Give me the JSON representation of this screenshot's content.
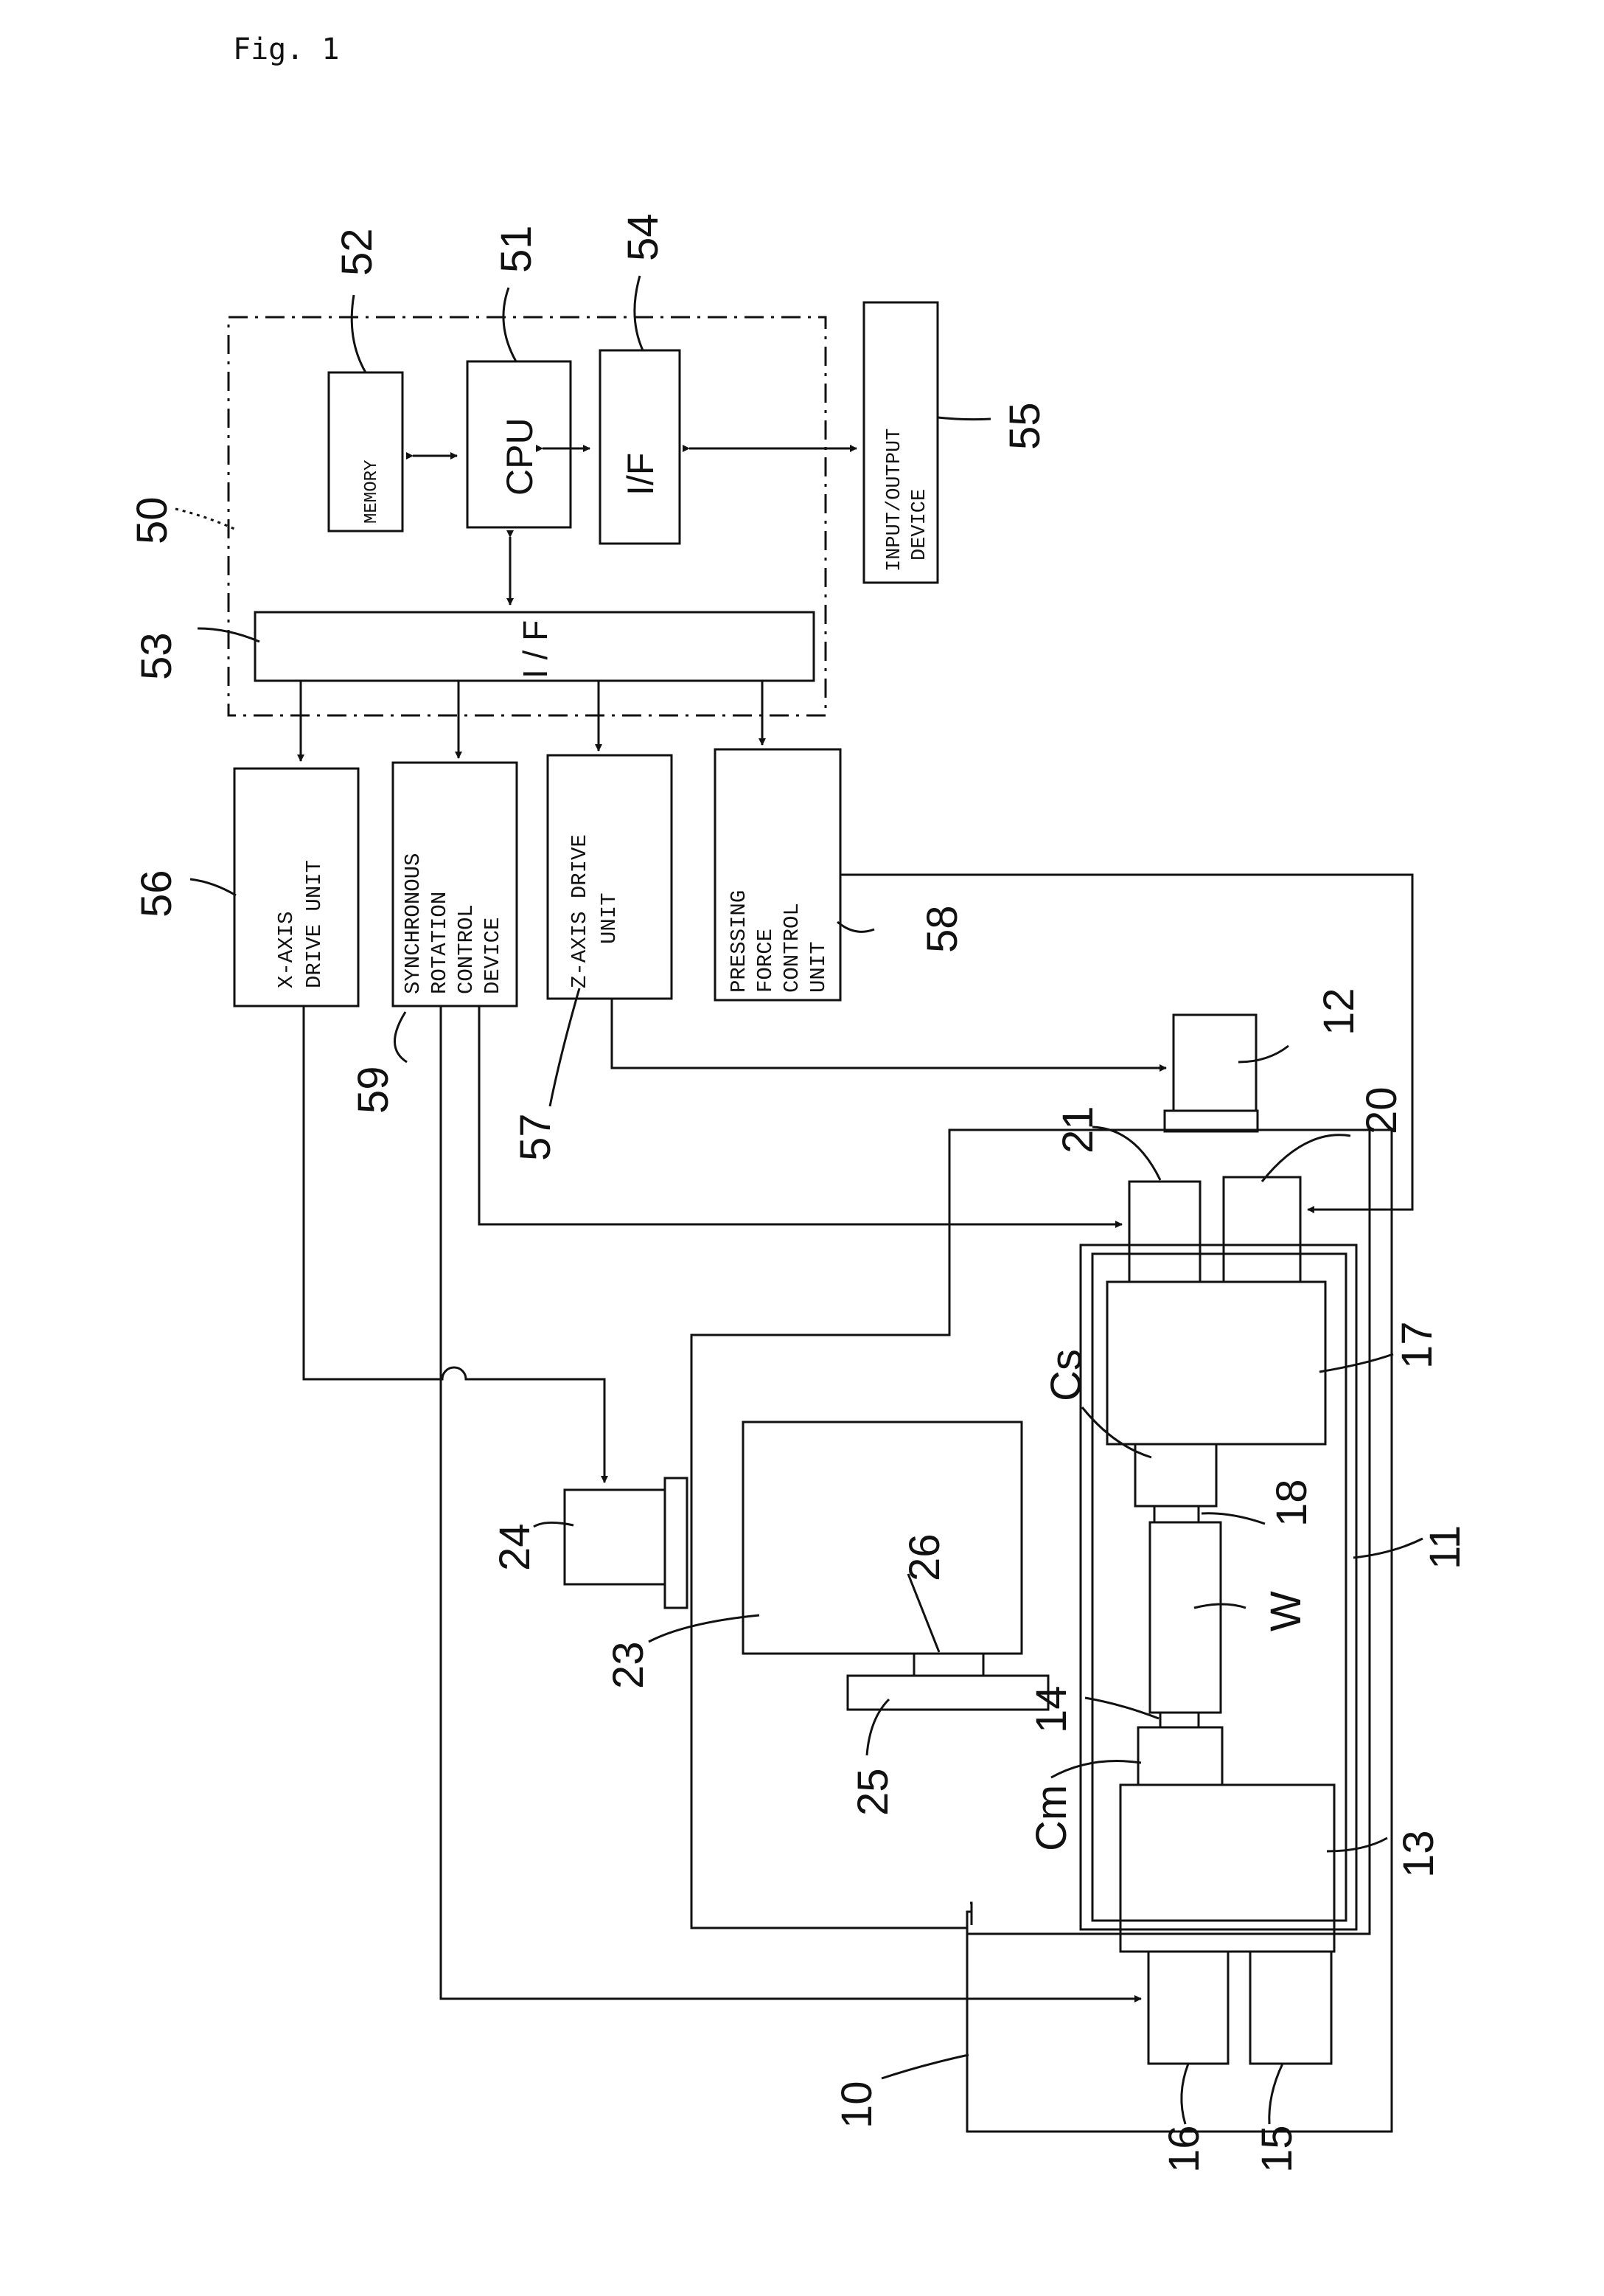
{
  "figure_label": "Fig. 1",
  "blocks": {
    "memory": "MEMORY",
    "cpu": "CPU",
    "if_upper": "I/F",
    "if_lower": "I / F",
    "io_line1": "INPUT/OUTPUT",
    "io_line2": "DEVICE",
    "x_line1": "X-AXIS",
    "x_line2": "DRIVE UNIT",
    "sync_line1": "SYNCHRONOUS",
    "sync_line2": "ROTATION",
    "sync_line3": "CONTROL",
    "sync_line4": "DEVICE",
    "z_line1": "Z-AXIS DRIVE",
    "z_line2": "UNIT",
    "press_line1": "PRESSING",
    "press_line2": "FORCE",
    "press_line3": "CONTROL",
    "press_line4": "UNIT"
  },
  "refs": {
    "r10": "10",
    "r11": "11",
    "r12": "12",
    "r13": "13",
    "r14": "14",
    "r15": "15",
    "r16": "16",
    "r17": "17",
    "r18": "18",
    "r20": "20",
    "r21": "21",
    "r23": "23",
    "r24": "24",
    "r25": "25",
    "r26": "26",
    "r50": "50",
    "r51": "51",
    "r52": "52",
    "r53": "53",
    "r54": "54",
    "r55": "55",
    "r56": "56",
    "r57": "57",
    "r58": "58",
    "r59": "59",
    "cs": "Cs",
    "cm": "Cm",
    "w": "W"
  }
}
